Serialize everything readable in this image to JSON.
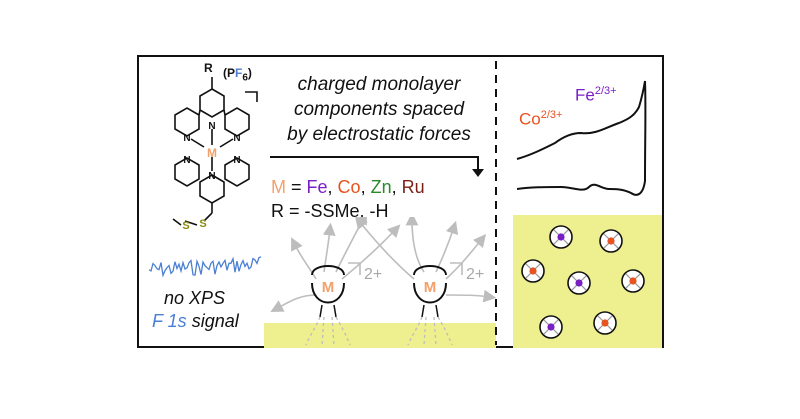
{
  "molecule": {
    "r_label": "R",
    "counterion_open": "(P",
    "counterion_f": "F",
    "counterion_sub": "6",
    "counterion_close": ")",
    "colon": "",
    "n_labels": [
      "N",
      "N",
      "N",
      "N",
      "N",
      "N"
    ],
    "metal": "M",
    "sulfur": "S"
  },
  "xps": {
    "line1": "no XPS",
    "line2_colored": "F 1s",
    "line2_rest": " signal"
  },
  "caption": {
    "line1": "charged monolayer",
    "line2": "components spaced",
    "line3": "by electrostatic forces"
  },
  "composition": {
    "m_prefix": "M",
    "equals": " = ",
    "metals": [
      "Fe",
      "Co",
      "Zn",
      "Ru"
    ],
    "separator": ", ",
    "r_line": "R = -SSMe, -H"
  },
  "surface": {
    "metal_label": "M",
    "charge": "2+"
  },
  "cv": {
    "fe_label": "Fe",
    "fe_sup": "2/3+",
    "co_label": "Co",
    "co_sup": "2/3+"
  },
  "colors": {
    "metal_orange": "#f4a06a",
    "fe_purple": "#7a1fc4",
    "co_orange": "#e8531f",
    "zn_green": "#2a8a2a",
    "ru_brown": "#7a1f14",
    "f_blue": "#4a7fd4",
    "sulfur": "#8a8a10",
    "surface_yellow": "#eef08f",
    "arrow_gray": "#bdbdbd"
  }
}
